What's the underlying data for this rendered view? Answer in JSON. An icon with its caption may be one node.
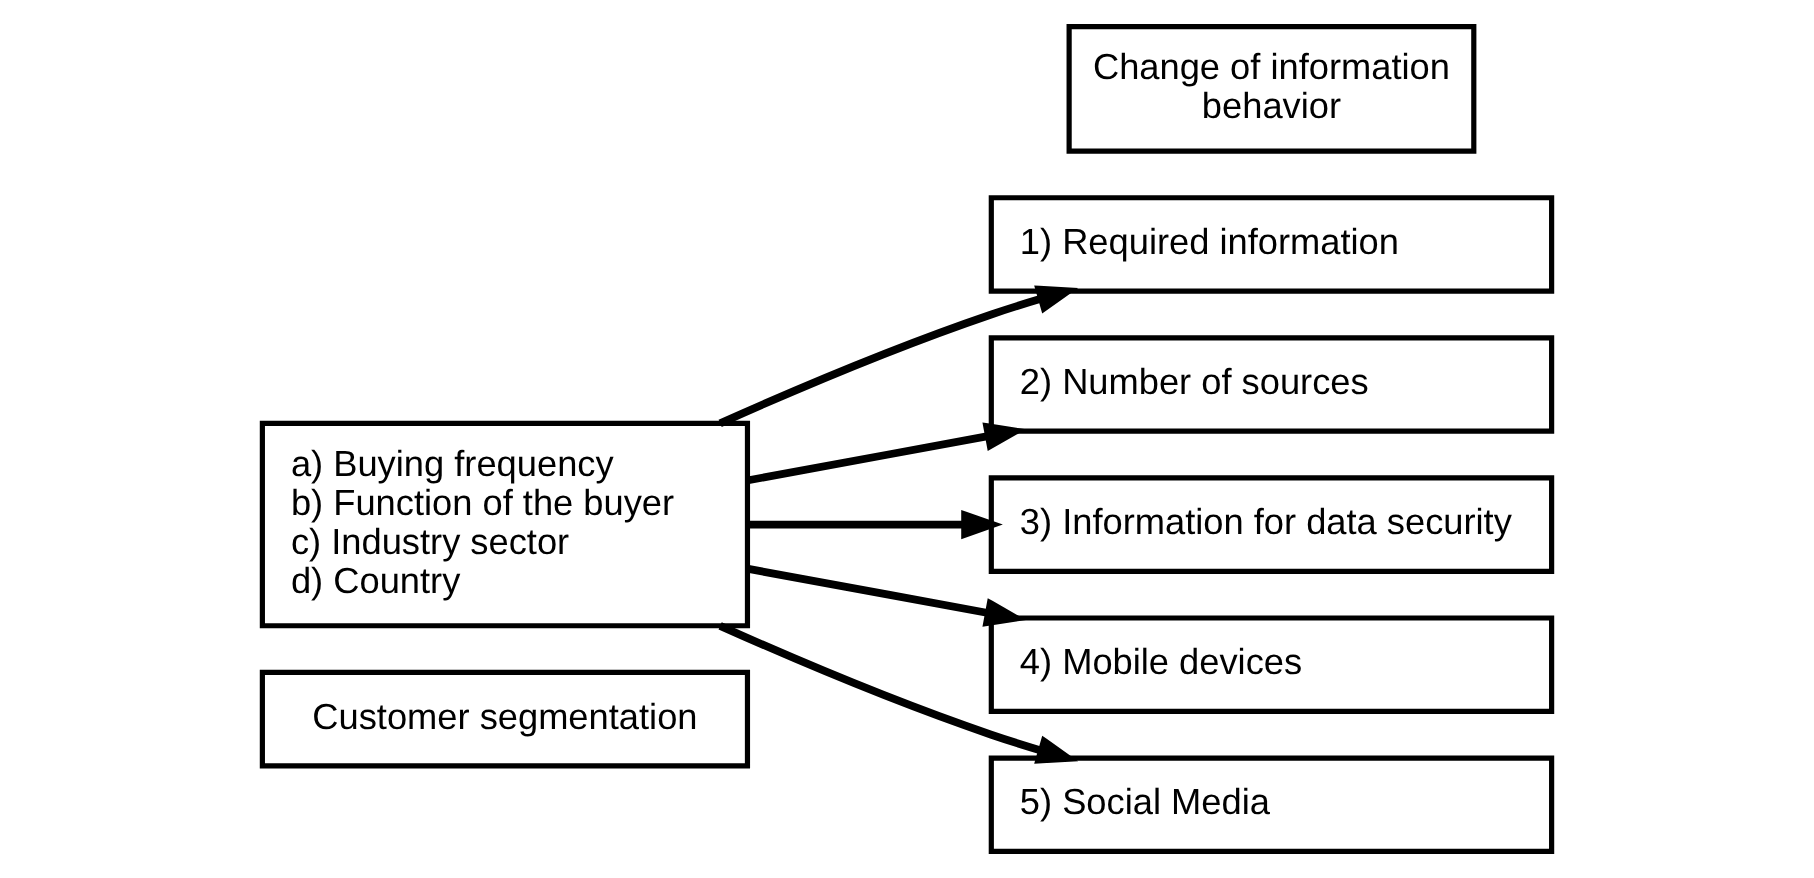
{
  "diagram": {
    "nodes": [
      {
        "text": [
          "Customer segmentation"
        ]
      },
      {
        "text": [
          "a) Buying frequency",
          "b) Function of the buyer",
          "c) Industry sector",
          "d) Country"
        ]
      },
      {
        "text": [
          "Change of information behavior"
        ]
      },
      {
        "text": [
          "1) Required information"
        ]
      },
      {
        "text": [
          "2) Number of sources"
        ]
      },
      {
        "text": [
          "3) Information for data security"
        ]
      },
      {
        "text": [
          "4) Mobile devices"
        ]
      },
      {
        "text": [
          "5) Social Media"
        ]
      }
    ],
    "edges": [
      {
        "from": 1,
        "to": 3,
        "arrow": "to"
      },
      {
        "from": 1,
        "to": 4,
        "arrow": "to"
      },
      {
        "from": 1,
        "to": 5,
        "arrow": "to"
      },
      {
        "from": 1,
        "to": 6,
        "arrow": "to"
      },
      {
        "from": 1,
        "to": 7,
        "arrow": "to"
      }
    ]
  }
}
